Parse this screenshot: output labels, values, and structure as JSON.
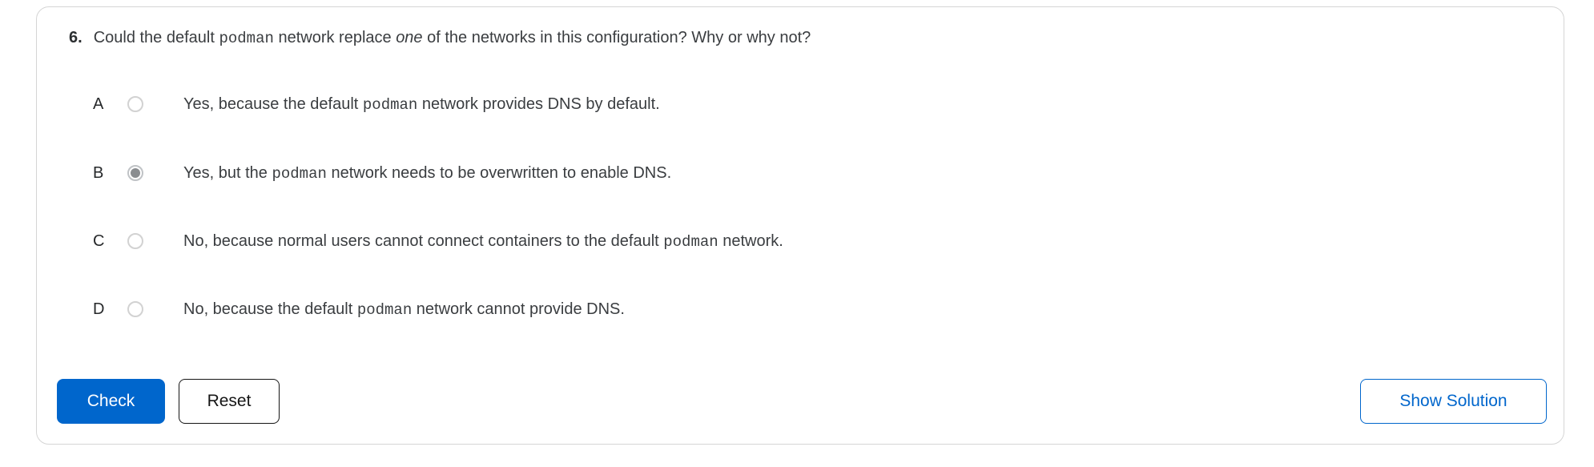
{
  "question": {
    "number": "6.",
    "segments": [
      {
        "text": "Could the default "
      },
      {
        "text": "podman",
        "style": "mono"
      },
      {
        "text": " network replace "
      },
      {
        "text": "one",
        "style": "italic"
      },
      {
        "text": " of the networks in this configuration? Why or why not?"
      }
    ]
  },
  "options": [
    {
      "letter": "A",
      "selected": false,
      "segments": [
        {
          "text": "Yes, because the default "
        },
        {
          "text": "podman",
          "style": "mono"
        },
        {
          "text": " network provides DNS by default."
        }
      ]
    },
    {
      "letter": "B",
      "selected": true,
      "segments": [
        {
          "text": "Yes, but the "
        },
        {
          "text": "podman",
          "style": "mono"
        },
        {
          "text": " network needs to be overwritten to enable DNS."
        }
      ]
    },
    {
      "letter": "C",
      "selected": false,
      "segments": [
        {
          "text": "No, because normal users cannot connect containers to the default "
        },
        {
          "text": "podman",
          "style": "mono"
        },
        {
          "text": " network."
        }
      ]
    },
    {
      "letter": "D",
      "selected": false,
      "segments": [
        {
          "text": "No, because the default "
        },
        {
          "text": "podman",
          "style": "mono"
        },
        {
          "text": " network cannot provide DNS."
        }
      ]
    }
  ],
  "buttons": {
    "check": "Check",
    "reset": "Reset",
    "show_solution": "Show Solution"
  },
  "colors": {
    "primary_blue": "#0066cc",
    "text": "#3a3d40",
    "card_border": "#d5d5d5",
    "radio_selected_dot": "#8a8d90"
  }
}
